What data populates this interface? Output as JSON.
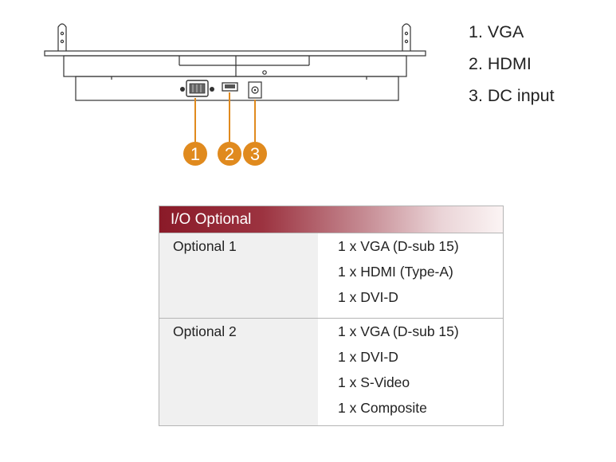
{
  "diagram": {
    "callouts": [
      "1",
      "2",
      "3"
    ],
    "callout_color": "#e08a1e"
  },
  "legend": {
    "items": [
      "1. VGA",
      "2. HDMI",
      "3. DC input"
    ]
  },
  "table": {
    "title": "I/O Optional",
    "header_color": "#8a1a28",
    "groups": [
      {
        "name": "Optional 1",
        "items": [
          "1 x VGA (D-sub 15)",
          "1 x HDMI (Type-A)",
          "1 x DVI-D"
        ]
      },
      {
        "name": "Optional 2",
        "items": [
          "1 x VGA (D-sub 15)",
          "1 x DVI-D",
          "1 x S-Video",
          "1 x Composite"
        ]
      }
    ]
  }
}
